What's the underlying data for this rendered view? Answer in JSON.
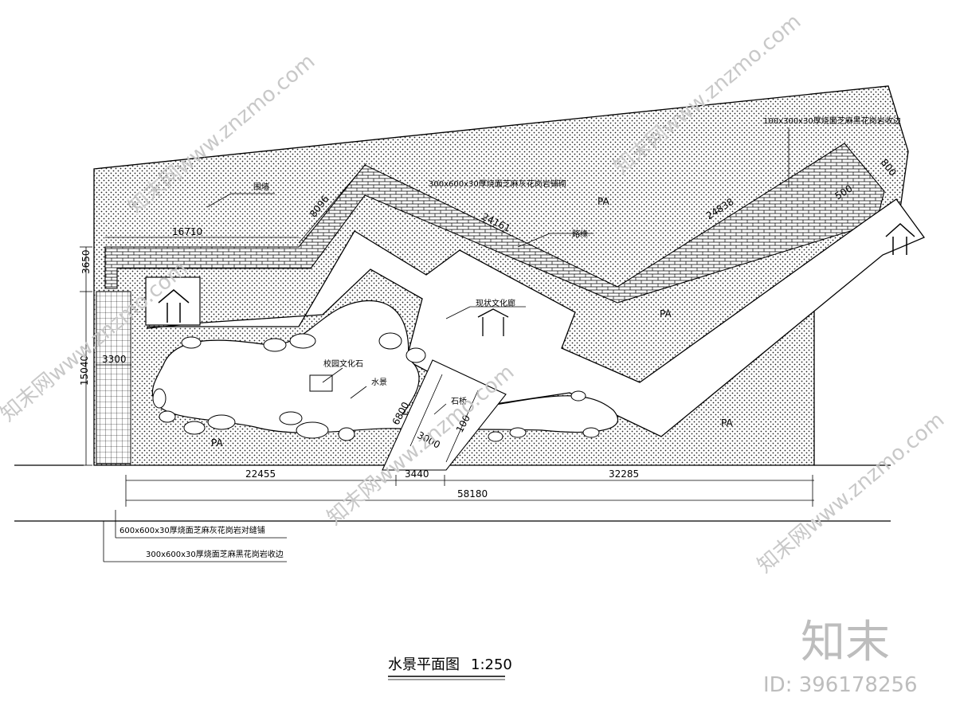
{
  "title": "水景平面图",
  "scale": "1:250",
  "labels": {
    "wall": "围墙",
    "path_paving_top": "300x600x30厚烧面芝麻灰花岗岩铺砌",
    "path_paving_right": "100x300x30厚烧面芝麻黑花岗岩收边",
    "curb": "路缘",
    "pavilion": "现状文化廊",
    "culture_stone": "校园文化石",
    "water": "水景",
    "bridge": "石桥",
    "legend_1": "600x600x30厚烧面芝麻灰花岗岩对缝铺",
    "legend_2": "300x600x30厚烧面芝麻黑花岗岩收边",
    "pa_1": "PA",
    "pa_2": "PA",
    "pa_3": "PA",
    "pa_4": "PA"
  },
  "dimensions": {
    "d_16710": "16710",
    "d_8096": "8096",
    "d_24161": "24161",
    "d_24838": "24838",
    "d_500": "500",
    "d_800": "800",
    "d_3650": "3650",
    "d_15040": "15040",
    "d_3300": "3300",
    "d_6800": "6800",
    "d_3000": "3000",
    "d_100": "100",
    "d_22455": "22455",
    "d_3440": "3440",
    "d_32285": "32285",
    "d_58180": "58180"
  },
  "watermark": {
    "site": "知末网www.znzmo.com",
    "brand": "知末",
    "id": "ID: 396178256"
  }
}
